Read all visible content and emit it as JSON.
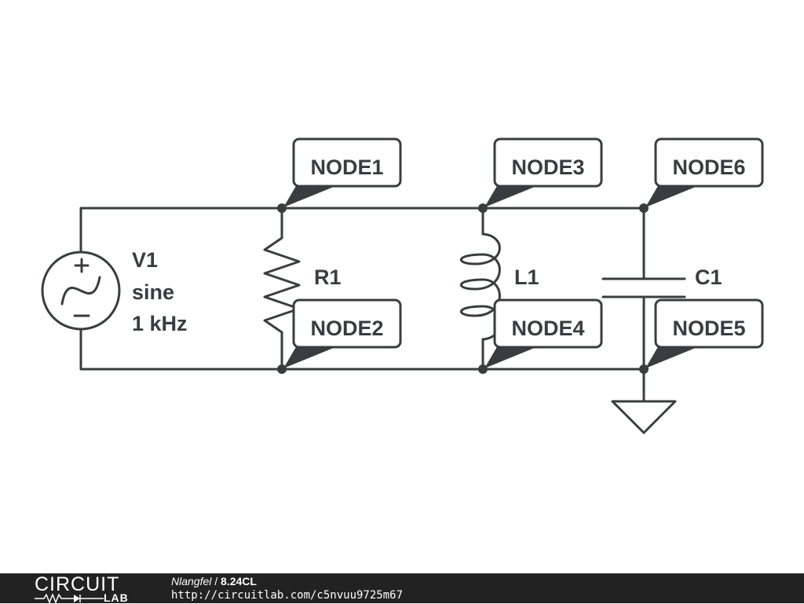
{
  "components": {
    "v1": {
      "name": "V1",
      "type": "sine",
      "freq": "1 kHz"
    },
    "r1": {
      "name": "R1"
    },
    "l1": {
      "name": "L1"
    },
    "c1": {
      "name": "C1"
    }
  },
  "nodes": [
    "NODE1",
    "NODE2",
    "NODE3",
    "NODE4",
    "NODE5",
    "NODE6"
  ],
  "footer": {
    "logo_top": "CIRCUIT",
    "logo_bottom": "LAB",
    "author": "Nlangfel",
    "separator": " / ",
    "title": "8.24CL",
    "url": "http://circuitlab.com/c5nvuu9725m67"
  }
}
